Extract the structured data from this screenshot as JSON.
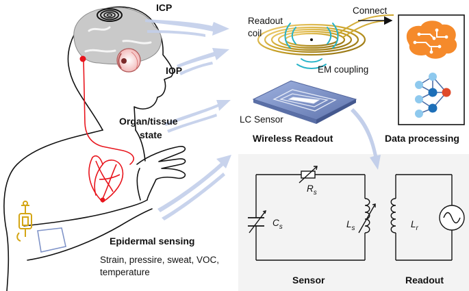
{
  "labels": {
    "icp": "ICP",
    "iop": "IOP",
    "organ_tissue_line1": "Organ/tissue",
    "organ_tissue_line2": "state",
    "epidermal_sensing": "Epidermal sensing",
    "epidermal_detail_line1": "Strain, pressire, sweat, VOC,",
    "epidermal_detail_line2": "temperature",
    "readout_coil_line1": "Readout",
    "readout_coil_line2": "coil",
    "connect": "Connect",
    "em_coupling": "EM coupling",
    "lc_sensor": "LC Sensor",
    "wireless_readout": "Wireless Readout",
    "data_processing": "Data processing",
    "sensor": "Sensor",
    "readout": "Readout"
  },
  "circuit": {
    "r_main": "R",
    "r_sub": "s",
    "c_main": "C",
    "c_sub": "s",
    "ls_main": "L",
    "ls_sub": "s",
    "lr_main": "L",
    "lr_sub": "r"
  },
  "colors": {
    "nerve_red": "#e8141c",
    "arrow_blue": "#b9c6e6",
    "coil_gold": "#c9a227",
    "brain_orange": "#f58a2b",
    "sensor_blue": "#7f93c8",
    "node_blue": "#1d6fb8",
    "node_light": "#8ec9ee",
    "node_red": "#e04a2a"
  }
}
